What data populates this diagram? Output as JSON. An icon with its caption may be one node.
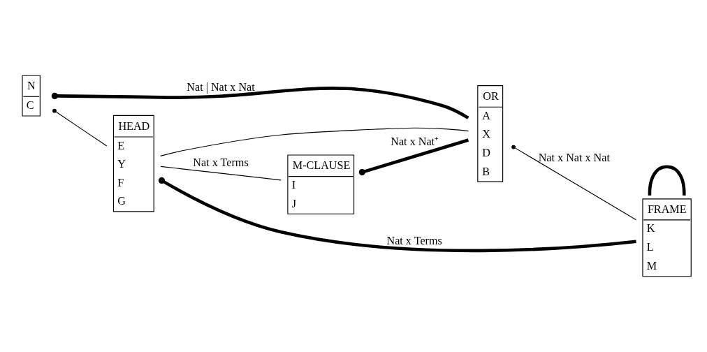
{
  "diagram": {
    "nodes": [
      {
        "text": [
          "N",
          "C"
        ]
      },
      {
        "text": [
          "OR",
          "A",
          "X",
          "D",
          "B"
        ]
      },
      {
        "text": [
          "HEAD",
          "E",
          "Y",
          "F",
          "G"
        ]
      },
      {
        "text": [
          "M-CLAUSE",
          "I",
          "J"
        ]
      },
      {
        "text": [
          "FRAME",
          "K",
          "L",
          "M"
        ]
      }
    ],
    "edges": [
      {
        "from": 0,
        "to": 1,
        "arrow": "other",
        "style": "thick",
        "label": "Nat | Nat x Nat"
      },
      {
        "from": 0,
        "to": 2,
        "arrow": "other"
      },
      {
        "from": 2,
        "to": 1,
        "arrow": "none"
      },
      {
        "from": 1,
        "to": 4,
        "arrow": "other",
        "label": "Nat x Nat x Nat"
      },
      {
        "from": 3,
        "to": 1,
        "arrow": "other",
        "style": "thick",
        "label": "Nat x Nat⁺"
      },
      {
        "from": 2,
        "to": 4,
        "arrow": "other",
        "style": "thick",
        "label": "Nat x Terms"
      },
      {
        "from": 2,
        "to": 3,
        "arrow": "none",
        "label": "Nat x Terms"
      },
      {
        "from": 4,
        "to": 4,
        "arrow": "none",
        "style": "thick"
      }
    ]
  }
}
